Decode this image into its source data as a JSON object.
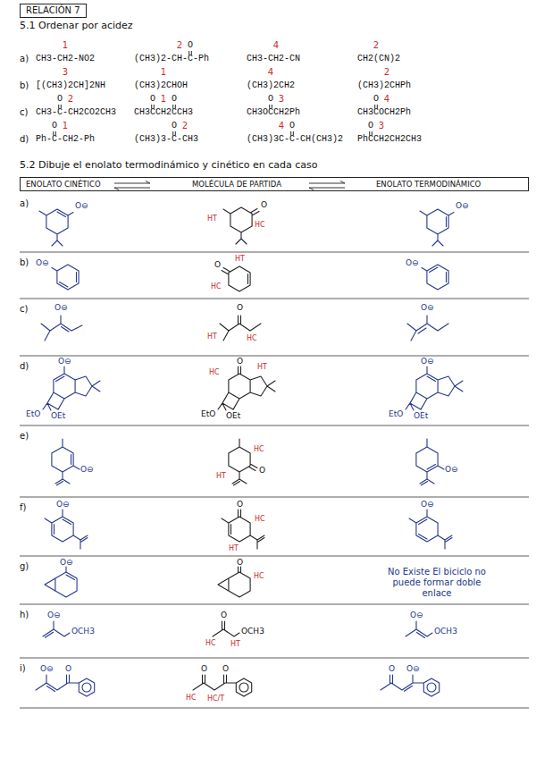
{
  "diagram": {
    "nodes": [
      {
        "text": [
          "RELACIÓN 7"
        ]
      },
      {
        "text": [
          "ENOLATO CINÉTICO",
          "MOLÉCULA DE PARTIDA",
          "ENOLATO TERMODINÁMICO"
        ]
      }
    ],
    "labels": [
      "5.1 Ordenar por acidez",
      "a)",
      "CH3-CH2-NO2",
      "1",
      "(CH3)2-CH-C-Ph",
      "O",
      "2",
      "CH3-CH2-CN",
      "4",
      "CH2(CN)2",
      "2",
      "b)",
      "[(CH3)2CH]2NH",
      "3",
      "(CH3)2CHOH",
      "1",
      "(CH3)2CH2",
      "4",
      "(CH3)2CHPh",
      "2",
      "c)",
      "CH3-C-CH2CO2CH3",
      "O",
      "2",
      "CH3CCH2CCH3",
      "O",
      "1",
      "O",
      "CH3OCCH2Ph",
      "O",
      "3",
      "CH3COCH2Ph",
      "O",
      "4",
      "d)",
      "Ph-C-CH2-Ph",
      "O",
      "1",
      "(CH3)3-C-CH3",
      "O",
      "2",
      "(CH3)3C-C-CH(CH3)2",
      "4",
      "O",
      "PhCCH2CH2CH3",
      "O",
      "3",
      "5.2 Dibuje el enolato termodinámico y cinético en cada caso",
      "a)",
      "O⊖",
      "O",
      "HT",
      "HC",
      "O⊖",
      "b)",
      "O⊖",
      "HT",
      "O",
      "HC",
      "O⊖",
      "c)",
      "O⊖",
      "O",
      "HT",
      "HC",
      "O⊖",
      "d)",
      "O⊖",
      "EtO",
      "OEt",
      "HC",
      "O",
      "HT",
      "EtO",
      "OEt",
      "O⊖",
      "EtO",
      "OEt",
      "e)",
      "O⊖",
      "O",
      "HC",
      "HT",
      "O⊖",
      "f)",
      "O⊖",
      "O",
      "HT",
      "HC",
      "O⊖",
      "g)",
      "O⊖",
      "O",
      "HC",
      "No Existe El biciclo no puede formar doble enlace",
      "h)",
      "O⊖",
      "OCH3",
      "O",
      "OCH3",
      "HC",
      "HT",
      "O⊖",
      "OCH3",
      "i)",
      "O⊖",
      "O",
      "O",
      "O",
      "HC",
      "HC/T",
      "O",
      "O⊖"
    ]
  }
}
